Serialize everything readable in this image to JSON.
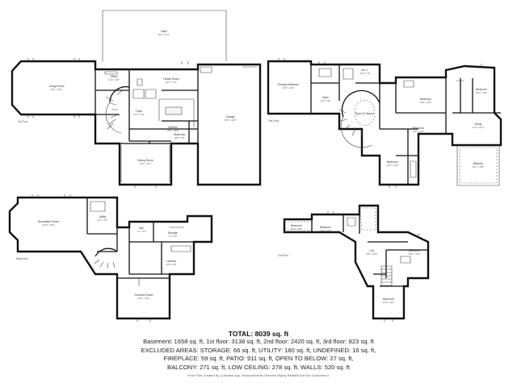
{
  "summary": {
    "total": "TOTAL: 8039 sq. ft",
    "line1": "Basement: 1658 sq. ft, 1st floor: 3138 sq. ft, 2nd floor: 2420 sq. ft, 3rd floor: 823 sq. ft",
    "line2": "EXCLUDED AREAS: STORAGE: 66 sq. ft, UTILITY: 180 sq. ft, UNDEFINED: 16 sq. ft,",
    "line3": "FIREPLACE: 59 sq. ft, PATIO: 911 sq. ft, OPEN TO BELOW: 27 sq. ft,",
    "line4": "BALCONY: 271 sq. ft, LOW CEILING: 278 sq. ft, WALLS: 520 sq. ft",
    "credit": "Floor Plan Created By Cubicasa App. Measurements Deemed Highly Reliable But Not Guaranteed."
  },
  "floor_labels": {
    "first": "1st Floor",
    "second": "2nd Floor",
    "basement": "Basement",
    "third": "3rd Floor"
  },
  "rooms": {
    "patio": {
      "name": "Patio",
      "dims": "36'7\" x 21'7\""
    },
    "living_room": {
      "name": "Living Room",
      "dims": "26'2\" x 15'1\""
    },
    "office": {
      "name": "Office",
      "dims": "13'1\" x 11'0\""
    },
    "family_room": {
      "name": "Family Room",
      "dims": "23'7\" x 17'3\""
    },
    "foyer": {
      "name": "Foyer",
      "dims": "16'1\" x 11'6\""
    },
    "kitchen": {
      "name": "Kitchen",
      "dims": "18'4\" x 16'8\""
    },
    "garage": {
      "name": "Garage",
      "dims": "25'5\" x 23'8\""
    },
    "dining_room": {
      "name": "Dining Room",
      "dims": "15'3\" x 14'1\""
    },
    "mudroom": {
      "name": "Mudroom",
      "dims": "13'8\" x 5'9\""
    },
    "primary_bedroom": {
      "name": "Primary Bedroom",
      "dims": "19'4\" x 14'3\""
    },
    "wic": {
      "name": "W.I.C.",
      "dims": "11'3\" x 7'8\""
    },
    "primary_bath": {
      "name": "Bath",
      "dims": "13'1\" x 8'0\""
    },
    "open_to_below": {
      "name": "Open To Below",
      "dims": ""
    },
    "bedroom_2": {
      "name": "Bedroom",
      "dims": "14'8\" x 12'6\""
    },
    "bedroom_3": {
      "name": "Bedroom",
      "dims": "13'9\" x 13'7\""
    },
    "bedroom_4": {
      "name": "Bedroom",
      "dims": "13'5\" x 11'9\""
    },
    "bedroom_5": {
      "name": "Bedroom",
      "dims": "13'5\" x 12'6\""
    },
    "study": {
      "name": "Study",
      "dims": "12'4\" x 9'10\""
    },
    "balcony": {
      "name": "Balcony",
      "dims": "19'1\" x 13'8\""
    },
    "recreation_room": {
      "name": "Recreation Room",
      "dims": "31'10\" x 19'3\""
    },
    "utility": {
      "name": "Utility",
      "dims": "11'1\" x 9'6\""
    },
    "bar": {
      "name": "Bar",
      "dims": "7'1\" x 4'9\""
    },
    "storage": {
      "name": "Storage",
      "dims": "7'4\" x 6'1\""
    },
    "laundry": {
      "name": "Laundry",
      "dims": "10'6\" x 9'8\""
    },
    "exercise_room": {
      "name": "Exercise Room",
      "dims": "18'1\" x 13'3\""
    },
    "attic_bedroom_1": {
      "name": "Bedroom",
      "dims": "16'2\" x 10'0\""
    },
    "attic_bedroom_2": {
      "name": "Bedroom",
      "dims": "13'4\" x 12'1\""
    },
    "loft": {
      "name": "Loft",
      "dims": "16'8\" x 10'5\""
    },
    "attic_bedroom_3": {
      "name": "Bedroom",
      "dims": "15'0\" x 11'3\""
    },
    "attic_bedroom_4": {
      "name": "Bedroom",
      "dims": "14'6\" x 11'8\""
    }
  }
}
